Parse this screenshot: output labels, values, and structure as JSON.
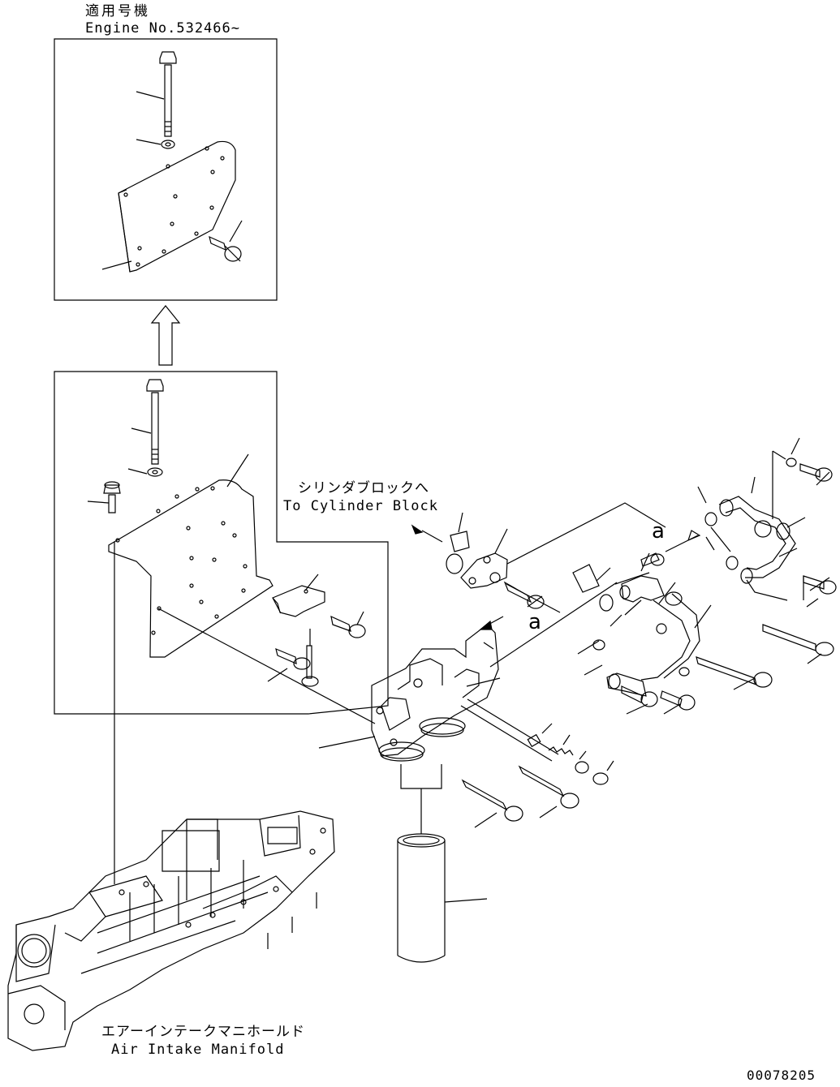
{
  "labels": {
    "applicable_jp": "適用号機",
    "engine_no": "Engine No.532466~",
    "cylinder_jp": "シリンダブロックへ",
    "cylinder_en": "To Cylinder Block",
    "manifold_jp": "エアーインテークマニホールド",
    "manifold_en": "Air Intake Manifold",
    "letter_a1": "a",
    "letter_a2": "a",
    "drawing_no": "00078205"
  }
}
